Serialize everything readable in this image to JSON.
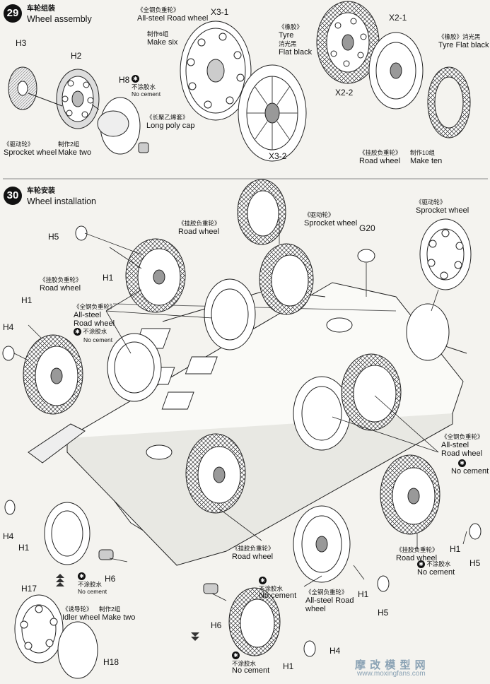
{
  "step29": {
    "number": "29",
    "title_cn": "车轮组装",
    "title_en": "Wheel assembly"
  },
  "step30": {
    "number": "30",
    "title_cn": "车轮安装",
    "title_en": "Wheel installation"
  },
  "labels29": {
    "h3": "H3",
    "h2": "H2",
    "h8": "H8",
    "no_cement_cn": "不涂胶水",
    "no_cement_en": "No cement",
    "sprocket_cn": "《驱动轮》",
    "sprocket_en": "Sprocket wheel",
    "make_two_cn": "制作2组",
    "make_two_en": "Make two",
    "long_poly_cn": "《长聚乙烯套》",
    "long_poly_en": "Long poly cap",
    "allsteel_cn": "《全钢负重轮》",
    "allsteel_en": "All-steel Road wheel",
    "x31": "X3-1",
    "make_six_cn": "制作6组",
    "make_six_en": "Make six",
    "x32": "X3-2",
    "tyre_cn": "《橡胶》",
    "tyre_en": "Tyre",
    "flat_black_cn": "消光黑",
    "flat_black_en": "Flat black",
    "x21": "X2-1",
    "x22": "X2-2",
    "tyre2_cn": "《橡胶》消光黑",
    "tyre2_en": "Tyre  Flat black",
    "road_wheel_cn": "《挂胶负重轮》",
    "road_wheel_en": "Road wheel",
    "make_ten_cn": "制作10组",
    "make_ten_en": "Make ten"
  },
  "labels30": {
    "h5a": "H5",
    "h1a": "H1",
    "road_cn_a": "《挂胶负重轮》",
    "road_en_a": "Road wheel",
    "h1b": "H1",
    "h4a": "H4",
    "road_cn_b": "《挂胶负重轮》",
    "road_en_b": "Road wheel",
    "allsteel_cn_a": "《全钢负重轮》",
    "allsteel_en_a1": "All-steel",
    "allsteel_en_a2": "Road wheel",
    "nocement_cn_a": "不涂胶水",
    "nocement_en_a": "No cement",
    "sprocket_cn_a": "《驱动轮》",
    "sprocket_en_a": "Sprocket wheel",
    "g20": "G20",
    "sprocket_cn_b": "《驱动轮》",
    "sprocket_en_b": "Sprocket wheel",
    "allsteel_cn_b": "《全钢负重轮》",
    "allsteel_en_b1": "All-steel",
    "allsteel_en_b2": "Road wheel",
    "nocement_en_b": "No cement",
    "h4b": "H4",
    "h1c": "H1",
    "h6a": "H6",
    "nocement_cn_c": "不涂胶水",
    "nocement_en_c": "No cement",
    "road_cn_c": "《挂胶负重轮》",
    "road_en_c": "Road wheel",
    "road_cn_d": "《挂胶负重轮》",
    "road_en_d": "Road wheel",
    "nocement_cn_d": "不涂胶水",
    "nocement_en_d": "No cement",
    "h1d": "H1",
    "h5b": "H5",
    "h17": "H17",
    "idler_cn": "《诱导轮》",
    "idler_make_cn": "制作2组",
    "idler_en": "Idler wheel Make two",
    "nocement_cn_e": "不涂胶水",
    "nocement_en_e": "No cement",
    "allsteel_cn_c": "《全钢负重轮》",
    "allsteel_en_c": "All-steel Road",
    "allsteel_en_c2": "wheel",
    "h1e": "H1",
    "h5c": "H5",
    "h6b": "H6",
    "h4c": "H4",
    "h1f": "H1",
    "nocement_cn_f": "不涂胶水",
    "nocement_en_f": "No cement",
    "h18": "H18"
  },
  "watermark": {
    "line1": "摩 改 模 型 网",
    "line2": "www.moxingfans.com"
  },
  "icon_names": [
    "no-cement-icon",
    "arrow-up-icon"
  ]
}
